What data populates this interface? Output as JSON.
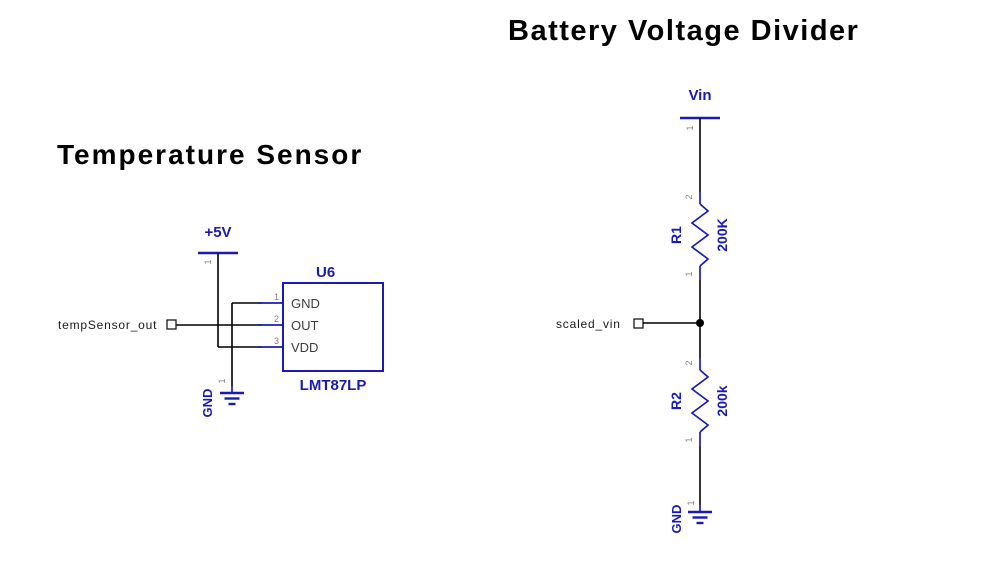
{
  "colors": {
    "symbol_blue": "#1b1bb3",
    "wire": "#000000",
    "pin_number_gray": "#7d7d7d",
    "background": "#ffffff"
  },
  "temperature_sensor": {
    "title": "Temperature Sensor",
    "power_label": "+5V",
    "power_pin_number": "1",
    "net_label": "tempSensor_out",
    "ground_label": "GND",
    "ground_pin_number": "1",
    "component": {
      "ref": "U6",
      "value": "LMT87LP",
      "pins": [
        {
          "number": "1",
          "name": "GND"
        },
        {
          "number": "2",
          "name": "OUT"
        },
        {
          "number": "3",
          "name": "VDD"
        }
      ]
    }
  },
  "battery_divider": {
    "title": "Battery Voltage Divider",
    "power_label": "Vin",
    "power_pin_number": "1",
    "net_label": "scaled_vin",
    "ground_label": "GND",
    "ground_pin_number": "1",
    "resistors": [
      {
        "ref": "R1",
        "value": "200K",
        "pin_top": "2",
        "pin_bottom": "1"
      },
      {
        "ref": "R2",
        "value": "200k",
        "pin_top": "2",
        "pin_bottom": "1"
      }
    ]
  }
}
